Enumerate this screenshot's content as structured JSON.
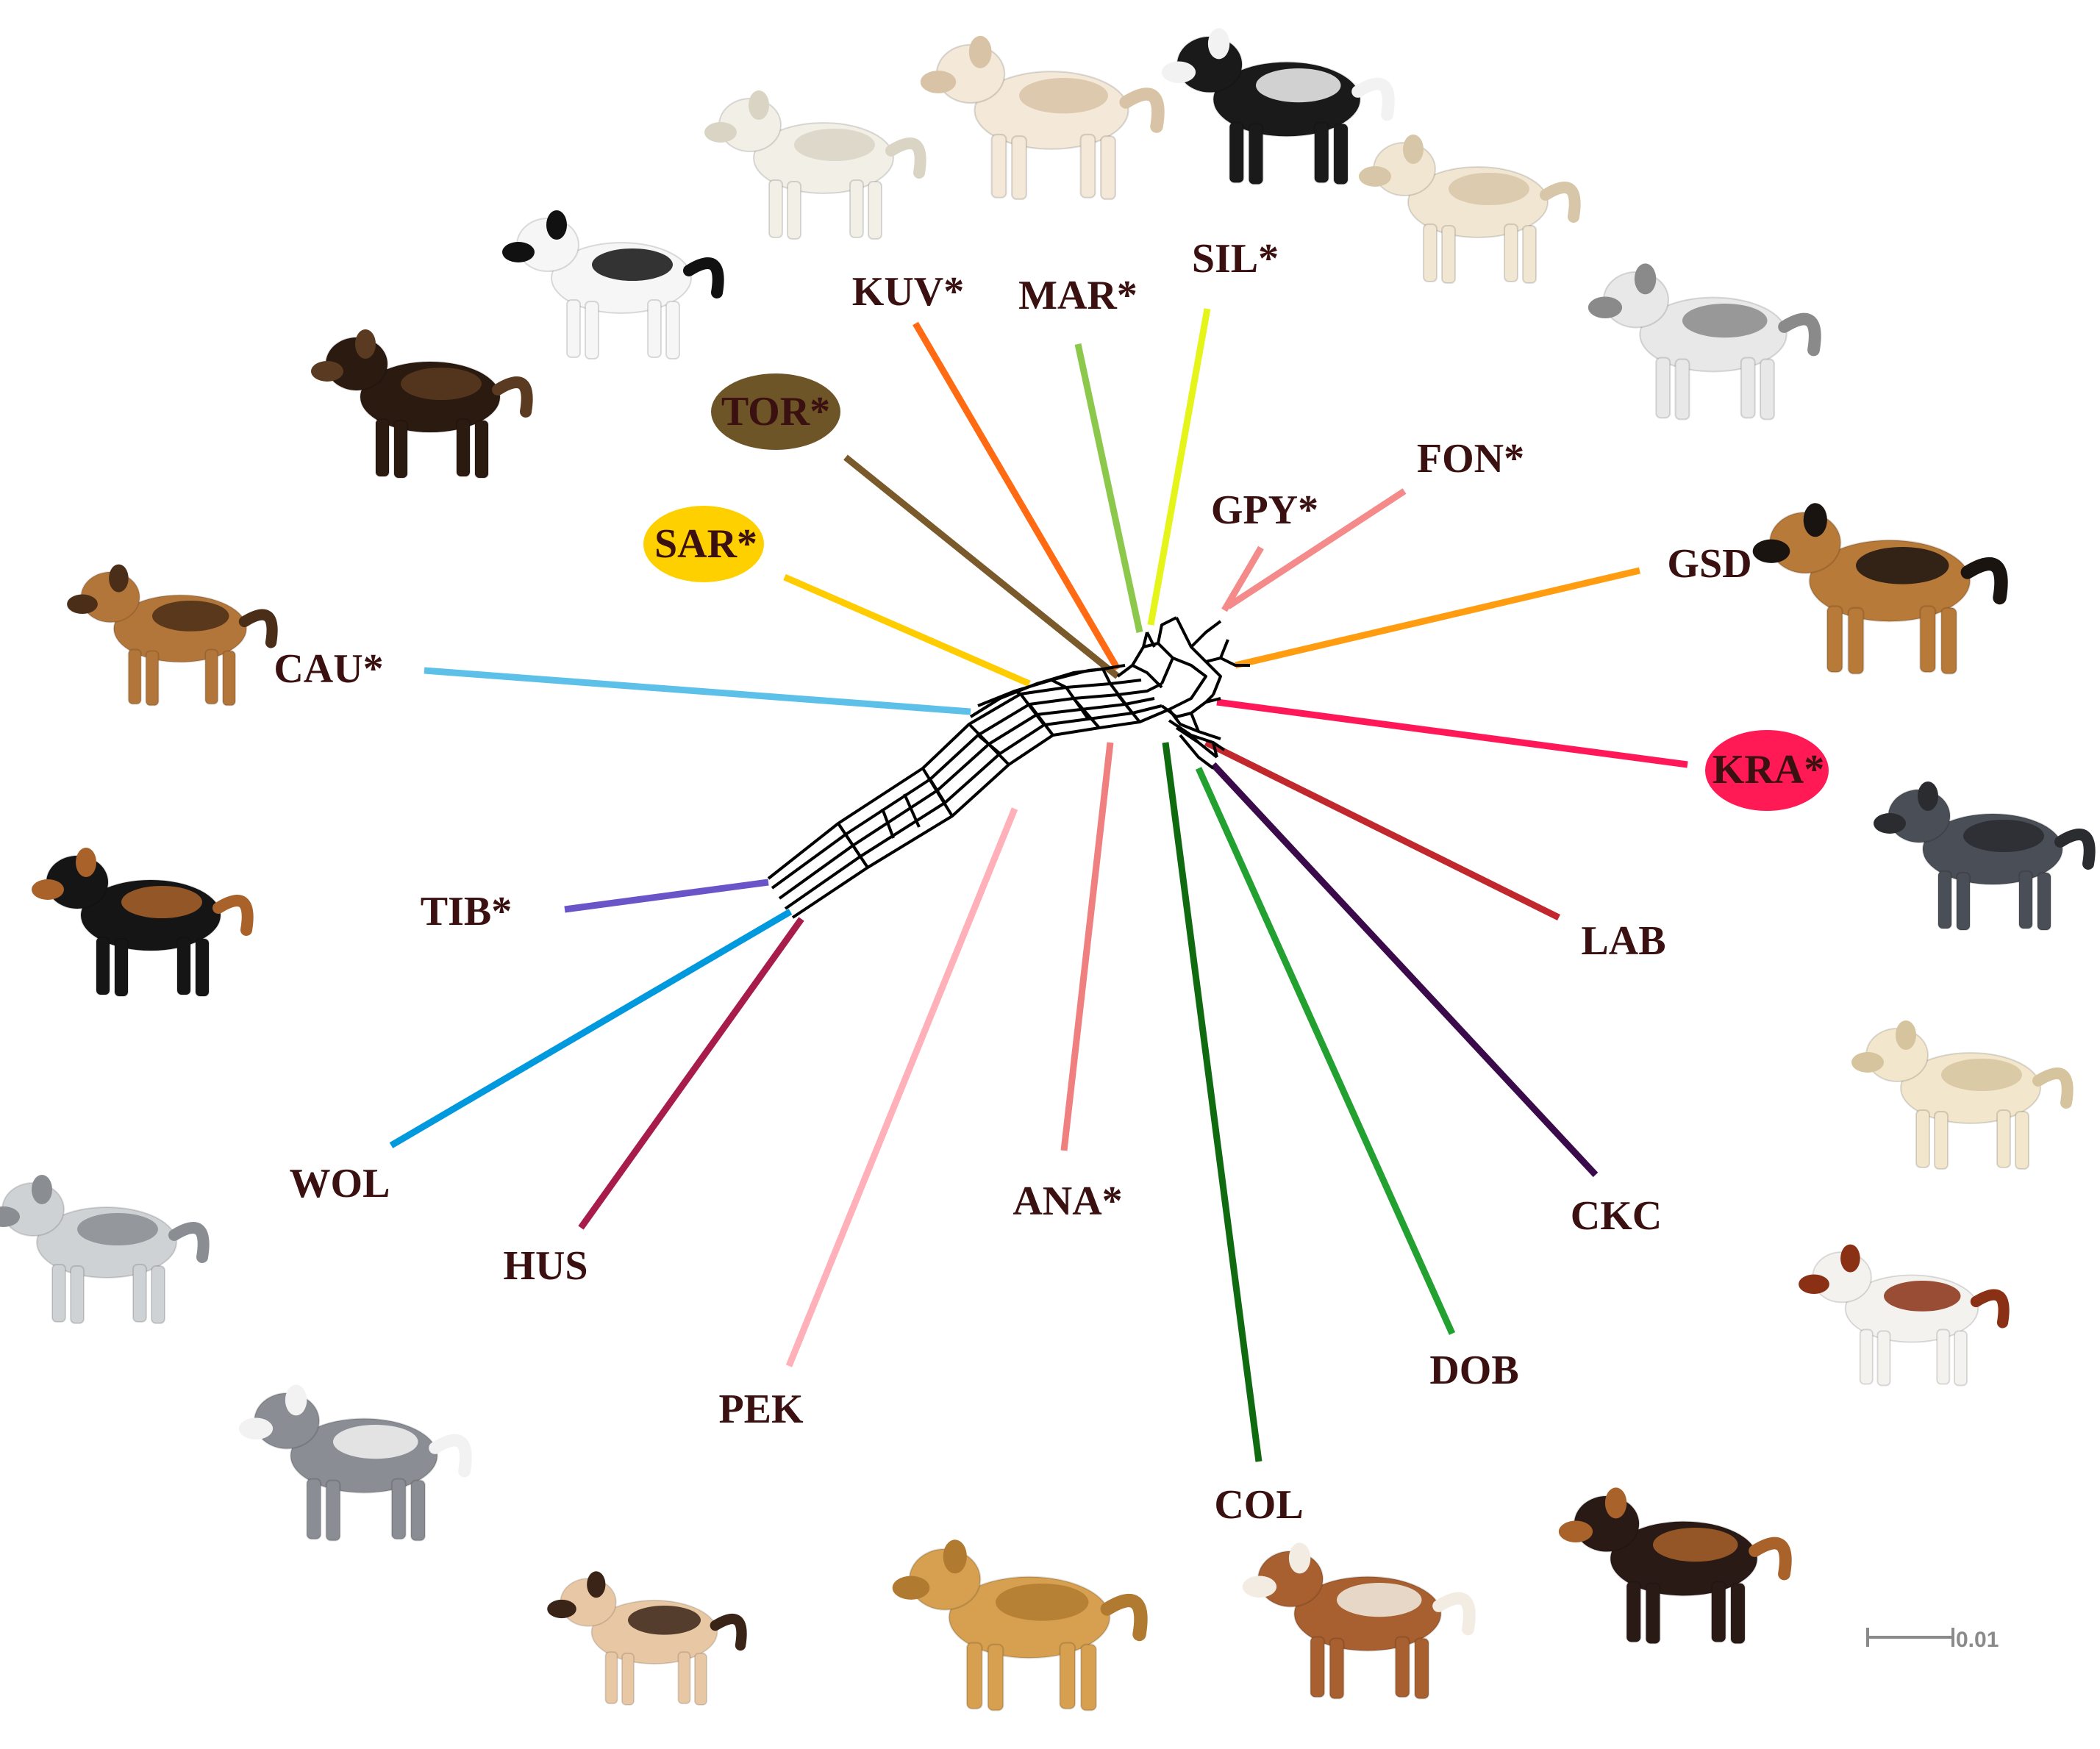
{
  "network": {
    "branches": [
      {
        "label": "KUV*",
        "color": "#ff6a13",
        "highlight": null
      },
      {
        "label": "MAR*",
        "color": "#8cc84b",
        "highlight": null
      },
      {
        "label": "SIL*",
        "color": "#e5f51a",
        "highlight": null
      },
      {
        "label": "GPY*",
        "color": "#f48a8a",
        "highlight": null
      },
      {
        "label": "FON*",
        "color": "#f48a8a",
        "highlight": null
      },
      {
        "label": "TOR*",
        "color": "#7a5a2a",
        "highlight": "#6e5528"
      },
      {
        "label": "SAR*",
        "color": "#ffcc00",
        "highlight": "#ffd000"
      },
      {
        "label": "GSD",
        "color": "#ff9c10",
        "highlight": null
      },
      {
        "label": "CAU*",
        "color": "#5cc0e8",
        "highlight": null
      },
      {
        "label": "KRA*",
        "color": "#ff1758",
        "highlight": "#ff1a55"
      },
      {
        "label": "LAB",
        "color": "#c0282d",
        "highlight": null
      },
      {
        "label": "TIB*",
        "color": "#6a55c8",
        "highlight": null
      },
      {
        "label": "CKC",
        "color": "#3a0a4a",
        "highlight": null
      },
      {
        "label": "WOL",
        "color": "#0099dd",
        "highlight": null
      },
      {
        "label": "HUS",
        "color": "#a81c4c",
        "highlight": null
      },
      {
        "label": "ANA*",
        "color": "#f08080",
        "highlight": null
      },
      {
        "label": "DOB",
        "color": "#22a030",
        "highlight": null
      },
      {
        "label": "PEK",
        "color": "#ffb0b8",
        "highlight": null
      },
      {
        "label": "COL",
        "color": "#0f6a10",
        "highlight": null
      }
    ],
    "network_color": "#000000"
  },
  "scale_bar": {
    "label": "0.01"
  },
  "photos": [
    {
      "icon": "great-pyrenees-dog-icon"
    },
    {
      "icon": "maremma-dog-icon"
    },
    {
      "icon": "sheepdog-black-white-icon"
    },
    {
      "icon": "kuvasz-dog-icon"
    },
    {
      "icon": "fonni-sketch-dog-icon"
    },
    {
      "icon": "landseer-dog-icon"
    },
    {
      "icon": "black-long-hair-dog-icon"
    },
    {
      "icon": "german-shepherd-icon"
    },
    {
      "icon": "caucasian-shepherd-icon"
    },
    {
      "icon": "karst-shepherd-icon"
    },
    {
      "icon": "tibetan-mastiff-icon"
    },
    {
      "icon": "labrador-icon"
    },
    {
      "icon": "wolf-icon"
    },
    {
      "icon": "cavalier-king-charles-icon"
    },
    {
      "icon": "husky-icon"
    },
    {
      "icon": "pekingese-icon"
    },
    {
      "icon": "anatolian-shepherd-icon"
    },
    {
      "icon": "rough-collie-icon"
    },
    {
      "icon": "dobermann-icon"
    }
  ]
}
